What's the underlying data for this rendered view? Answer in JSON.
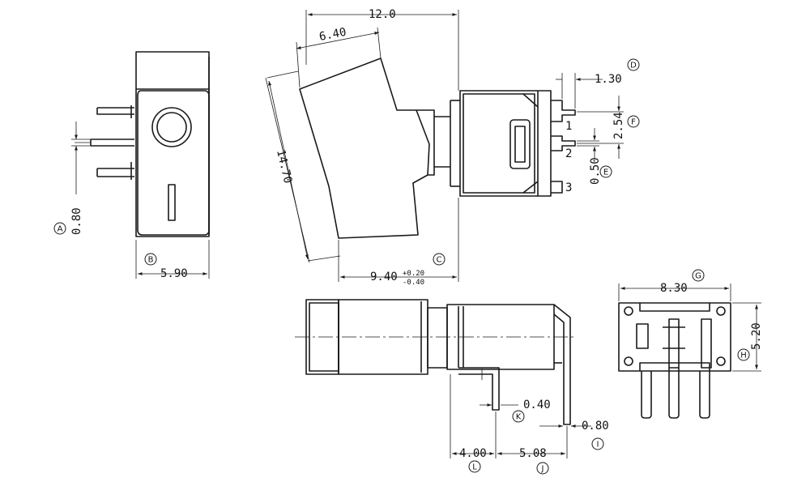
{
  "dimensions": {
    "overall_length": "12.0",
    "rocker_width": "6.40",
    "pin_offset": "1.30",
    "pin_pitch": "2.54",
    "pin_thickness_e": "0.50",
    "height": "14.70",
    "side_length": "9.40",
    "tol_plus": "+0.20",
    "tol_minus": "-0.40",
    "front_width": "5.90",
    "pin_thickness_a": "0.80",
    "end_width": "8.30",
    "end_height": "5.20",
    "bracket_thickness": "0.40",
    "pin_gap": "0.80",
    "bottom_span_l": "4.00",
    "bottom_span_j": "5.08"
  },
  "pins": [
    "1",
    "2",
    "3"
  ],
  "callouts": {
    "a": "A",
    "b": "B",
    "c": "C",
    "d": "D",
    "e": "E",
    "f": "F",
    "g": "G",
    "h": "H",
    "i": "I",
    "j": "J",
    "k": "K",
    "l": "L"
  },
  "colors": {
    "line": "#1a1a1a",
    "background": "#ffffff"
  }
}
